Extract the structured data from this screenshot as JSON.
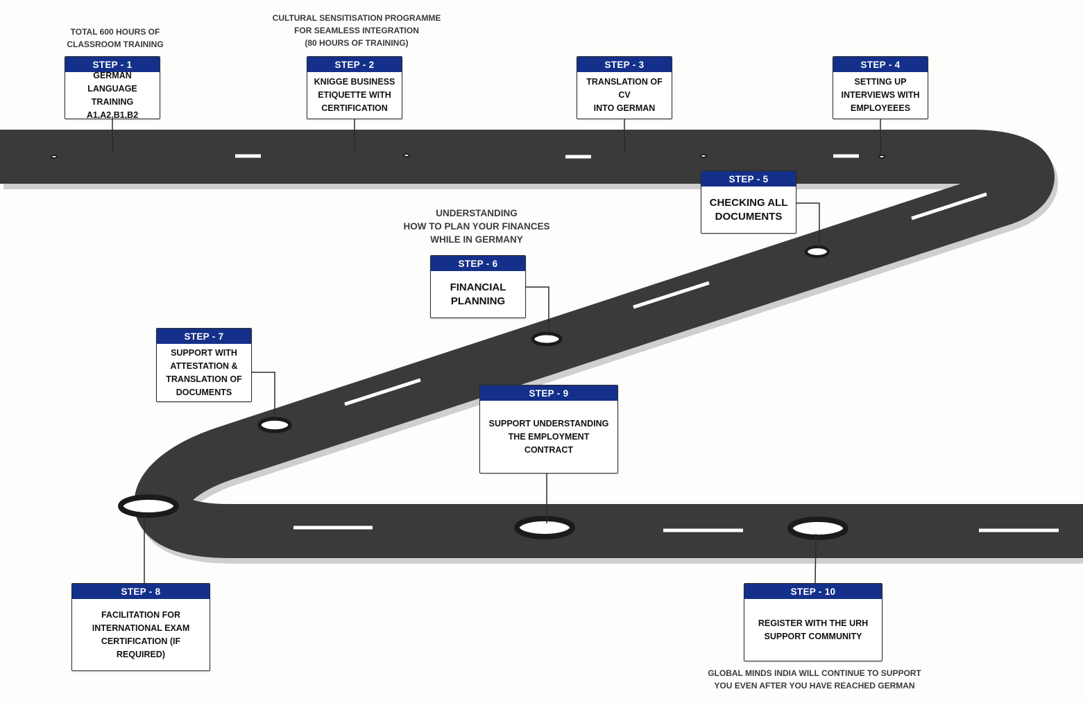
{
  "colors": {
    "road": "#3a3a3a",
    "road_shadow": "#cfcfcf",
    "lane_marking": "#ffffff",
    "header_blue": "#14308a",
    "connector": "#2b2b2b",
    "background": "#fdfdfb"
  },
  "notes": {
    "step1": "TOTAL 600 HOURS OF\nCLASSROOM TRAINING",
    "step2": "CULTURAL SENSITISATION PROGRAMME\nFOR SEAMLESS INTEGRATION\n(80 HOURS OF TRAINING)",
    "step6": "UNDERSTANDING\nHOW TO PLAN YOUR FINANCES\nWHILE IN GERMANY",
    "step10": "GLOBAL MINDS INDIA WILL CONTINUE TO SUPPORT\nYOU EVEN AFTER YOU HAVE REACHED GERMAN"
  },
  "steps": [
    {
      "label": "STEP - 1",
      "text": "GERMAN LANGUAGE\nTRAINING\nA1,A2,B1,B2"
    },
    {
      "label": "STEP - 2",
      "text": "KNIGGE BUSINESS\nETIQUETTE WITH\nCERTIFICATION"
    },
    {
      "label": "STEP - 3",
      "text": "TRANSLATION OF CV\nINTO GERMAN"
    },
    {
      "label": "STEP - 4",
      "text": "SETTING UP\nINTERVIEWS WITH\nEMPLOYEEES"
    },
    {
      "label": "STEP - 5",
      "text": "CHECKING ALL\nDOCUMENTS"
    },
    {
      "label": "STEP - 6",
      "text": "FINANCIAL\nPLANNING"
    },
    {
      "label": "STEP - 7",
      "text": "SUPPORT WITH\nATTESTATION &\nTRANSLATION OF\nDOCUMENTS"
    },
    {
      "label": "STEP - 8",
      "text": "FACILITATION FOR\nINTERNATIONAL EXAM\nCERTIFICATION (IF\nREQUIRED)"
    },
    {
      "label": "STEP - 9",
      "text": "SUPPORT UNDERSTANDING\nTHE EMPLOYMENT\nCONTRACT"
    },
    {
      "label": "STEP - 10",
      "text": "REGISTER WITH THE URH\nSUPPORT COMMUNITY"
    }
  ]
}
